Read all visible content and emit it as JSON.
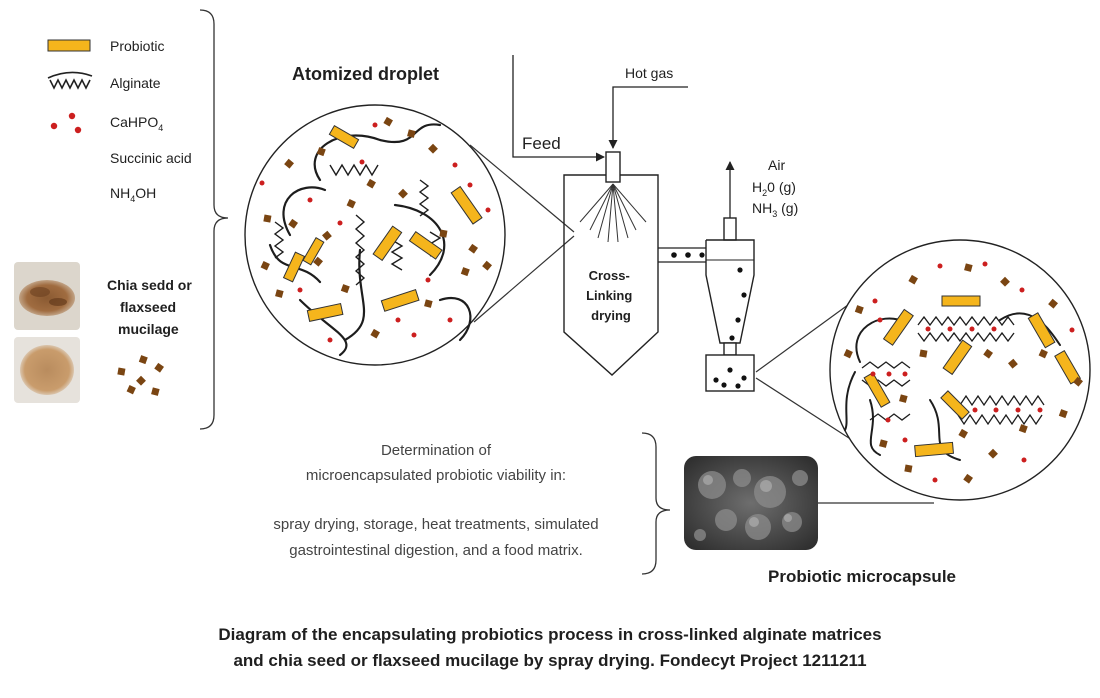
{
  "legend": {
    "probiotic": "Probiotic",
    "alginate": "Alginate",
    "cahpo4_base": "CaHPO",
    "cahpo4_sub": "4",
    "succinic": "Succinic acid",
    "nh4oh_pre": "NH",
    "nh4oh_sub": "4",
    "nh4oh_post": "OH",
    "mucilage_line1": "Chia sedd or",
    "mucilage_line2": "flaxseed",
    "mucilage_line3": "mucilage"
  },
  "process": {
    "atomized_title": "Atomized droplet",
    "hot_gas": "Hot gas",
    "feed": "Feed",
    "dryer_line1": "Cross-",
    "dryer_line2": "Linking",
    "dryer_line3": "drying",
    "air": "Air",
    "h2o_pre": "H",
    "h2o_sub": "2",
    "h2o_post": "0 (g)",
    "nh3_pre": "NH",
    "nh3_sub": "3",
    "nh3_post": " (g)"
  },
  "determination": {
    "line1": "Determination of",
    "line2": "microencapsulated probiotic viability  in:",
    "line3": "spray drying, storage, heat treatments, simulated",
    "line4": "gastrointestinal digestion, and a food matrix."
  },
  "microcapsule_label": "Probiotic microcapsule",
  "caption": {
    "line1": "Diagram of the encapsulating probiotics process in cross-linked alginate matrices",
    "line2": "and chia seed or flaxseed mucilage by spray drying. Fondecyt Project 1211211"
  },
  "colors": {
    "probiotic": "#f5b51c",
    "calcium_dot": "#cc1f1f",
    "mucilage_particle": "#7a4512",
    "line": "#222222"
  }
}
